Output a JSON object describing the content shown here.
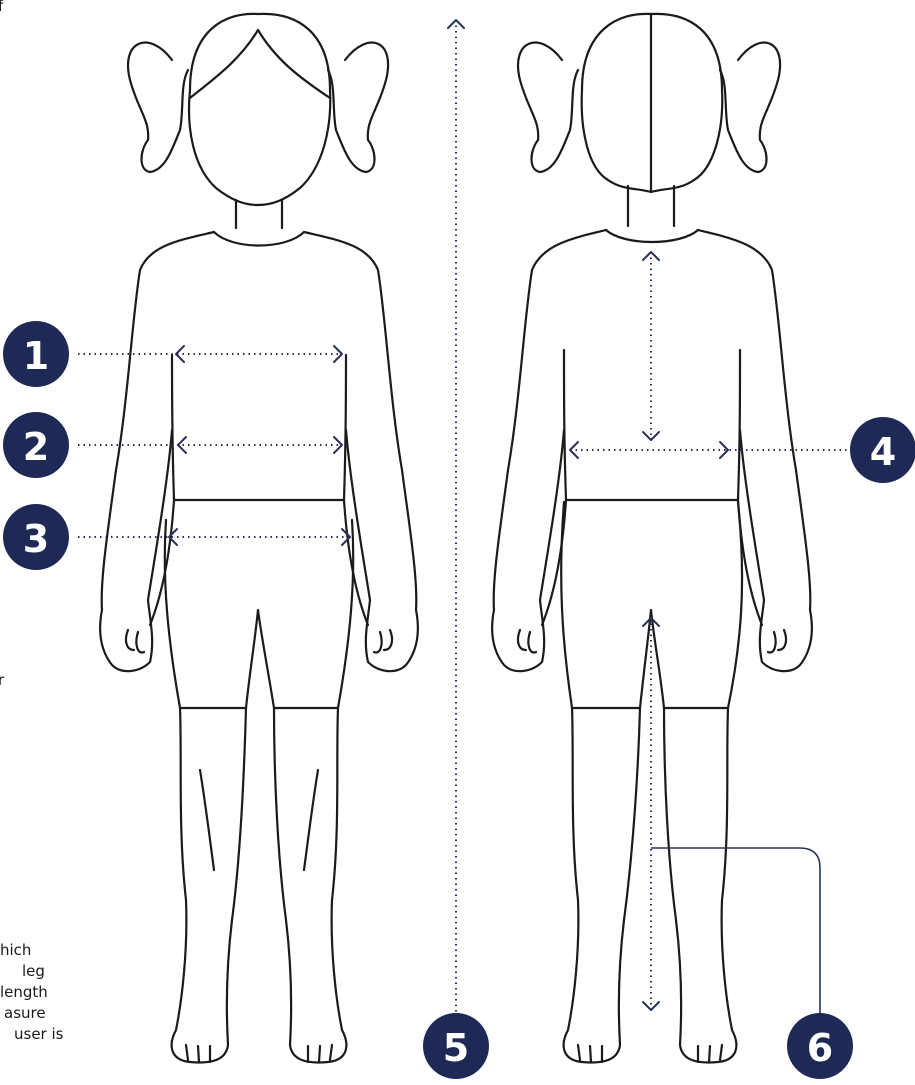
{
  "callouts": [
    {
      "id": 1,
      "label": "1"
    },
    {
      "id": 2,
      "label": "2"
    },
    {
      "id": 3,
      "label": "3"
    },
    {
      "id": 4,
      "label": "4"
    },
    {
      "id": 5,
      "label": "5"
    },
    {
      "id": 6,
      "label": "6"
    }
  ],
  "cropped_text": {
    "top_left": "f",
    "middle_left": "r",
    "bottom_left_lines": [
      "hich",
      "leg",
      "length",
      "asure",
      "user is"
    ]
  },
  "colors": {
    "badge": "#1e2a55",
    "measure_line": "#27315a",
    "outline": "#1b1b1b",
    "background": "#ffffff"
  }
}
